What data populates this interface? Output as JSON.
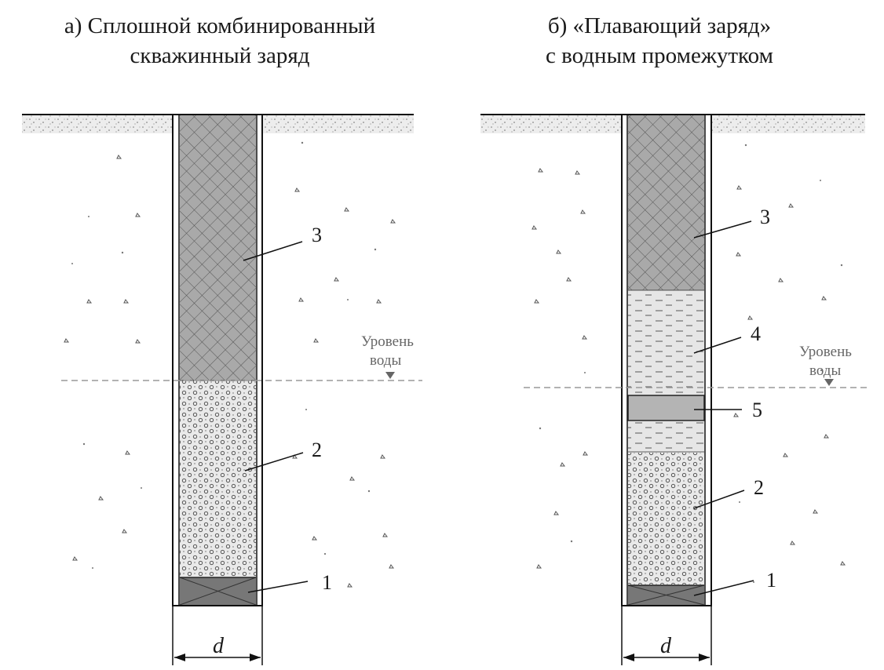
{
  "panel_a": {
    "title_line1": "а) Сплошной комбинированный",
    "title_line2": "скважинный заряд",
    "labels": [
      "1",
      "2",
      "3"
    ],
    "water_label_line1": "Уровень",
    "water_label_line2": "воды",
    "diameter_label": "d"
  },
  "panel_b": {
    "title_line1": "б) «Плавающий заряд»",
    "title_line2": "с водным промежутком",
    "labels": [
      "1",
      "2",
      "3",
      "4",
      "5"
    ],
    "water_label_line1": "Уровень",
    "water_label_line2": "воды",
    "diameter_label": "d"
  },
  "colors": {
    "stemming": "#a9a9a9",
    "charge_primary": "#e9e9e9",
    "charge_bottom": "#777777",
    "water_gap": "#e6e6e6",
    "spacer": "#b4b4b4",
    "water_line": "#999999"
  }
}
